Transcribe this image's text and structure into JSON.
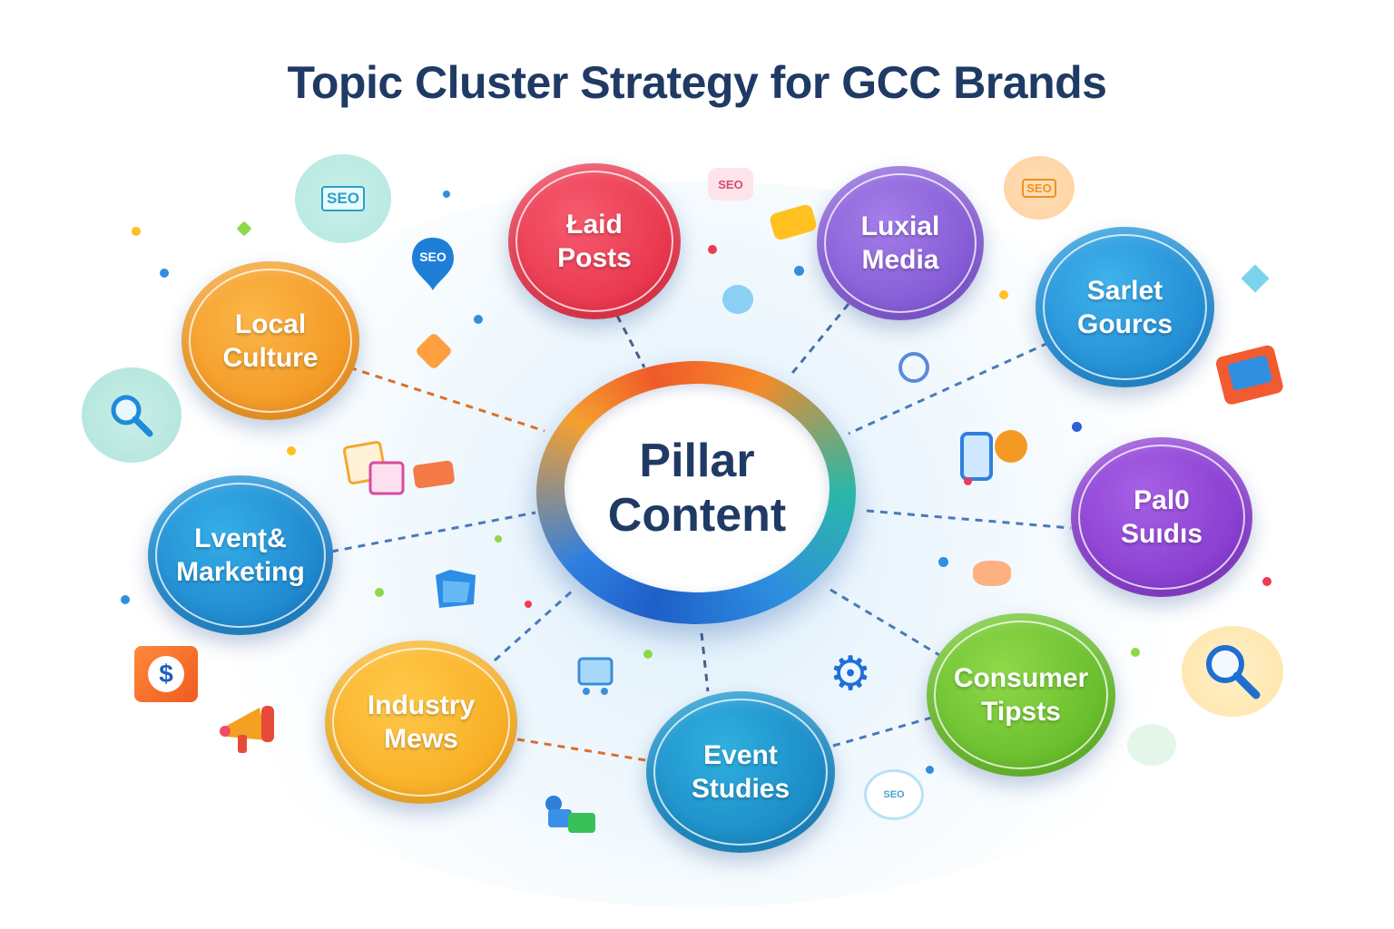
{
  "title": "Topic Cluster Strategy for GCC Brands",
  "center": {
    "label_line1": "Pillar",
    "label_line2": "Content"
  },
  "nodes": [
    {
      "line1": "Local",
      "line2": "Culture",
      "color": "#f39a1e"
    },
    {
      "line1": "Łaid",
      "line2": "Posts",
      "color": "#ee3b55"
    },
    {
      "line1": "Luxial",
      "line2": "Media",
      "color": "#8a5ed8"
    },
    {
      "line1": "Sarlet",
      "line2": "Gourcs",
      "color": "#1f8fd6"
    },
    {
      "line1": "Lvenʈ&",
      "line2": "Marketing",
      "color": "#1a8fd0"
    },
    {
      "line1": "Pal0",
      "line2": "Suıdıs",
      "color": "#8a3fd4"
    },
    {
      "line1": "Industry",
      "line2": "Mews",
      "color": "#f7b11e"
    },
    {
      "line1": "Event",
      "line2": "Studies",
      "color": "#1a90c8"
    },
    {
      "line1": "Consumer",
      "line2": "Tipsts",
      "color": "#6cc22c"
    }
  ],
  "icons": {
    "seo_badge_left": "SEO",
    "seo_badge_pin": "SEO",
    "seo_badge_top": "SEO",
    "seo_badge_right": "SEO",
    "seo_badge_bottom": "SEO",
    "dollar": "$",
    "gear_mark": "⚙"
  }
}
